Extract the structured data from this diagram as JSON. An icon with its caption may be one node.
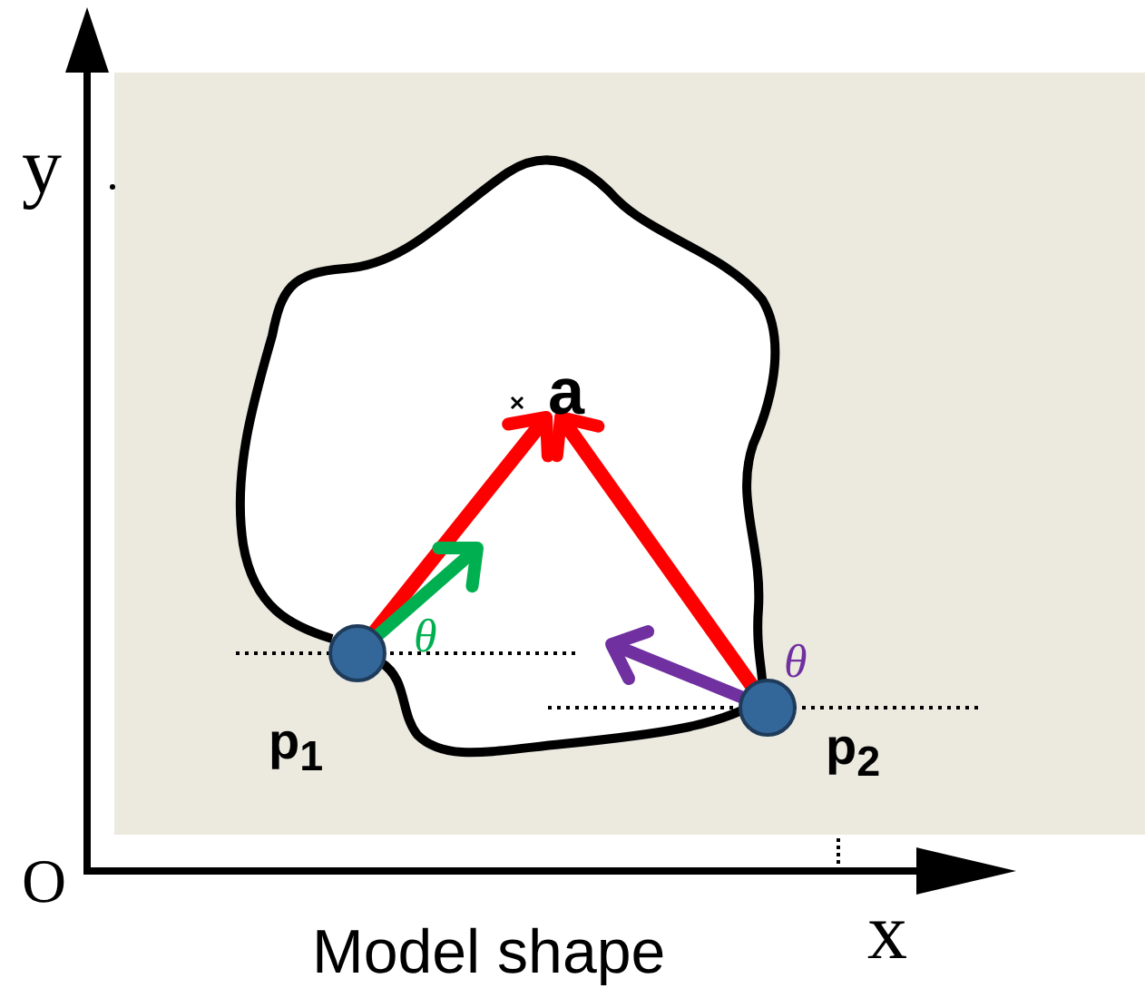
{
  "diagram": {
    "caption": "Model shape",
    "nodes": [
      {
        "text": [],
        "shape": "circle",
        "beside": [
          "p$_{1}$"
        ]
      },
      {
        "text": [],
        "shape": "circle",
        "beside": [
          "p$_{2}$"
        ]
      },
      {
        "text": [
          "a"
        ]
      }
    ],
    "edges": [
      {
        "from": 0,
        "to": 2,
        "arrow": "to"
      },
      {
        "from": 1,
        "to": 2,
        "arrow": "to"
      },
      {
        "from": 0,
        "to": null,
        "arrow": "to",
        "color": "#00b050"
      },
      {
        "from": 1,
        "to": null,
        "arrow": "to",
        "color": "#7030a0"
      }
    ],
    "labels": [
      "y",
      "θ",
      "θ",
      "O",
      "x"
    ]
  }
}
